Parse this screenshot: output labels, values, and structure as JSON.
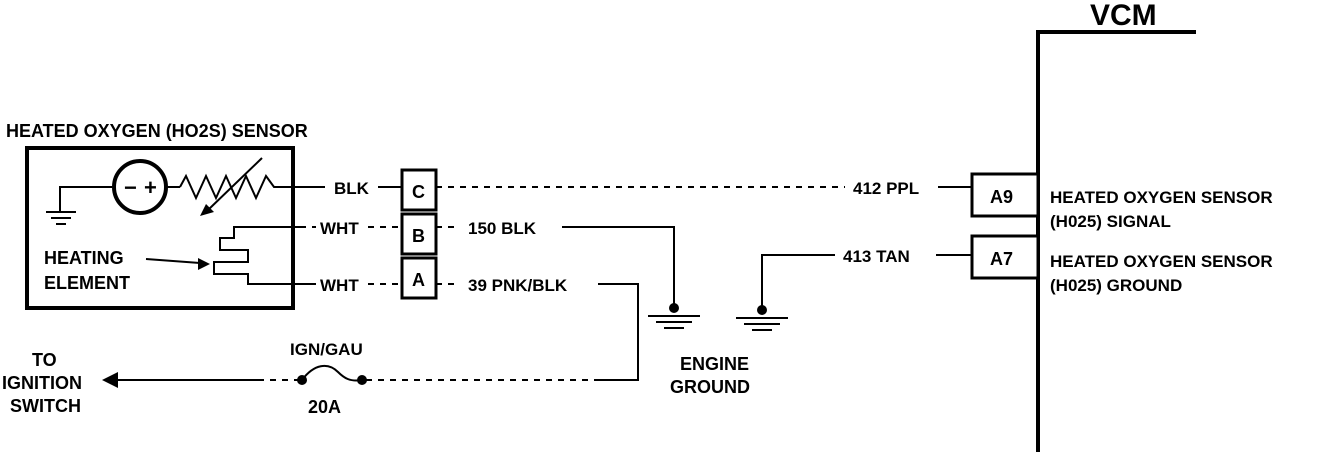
{
  "vcm": {
    "title": "VCM"
  },
  "sensor": {
    "title": "HEATED OXYGEN (HO2S) SENSOR",
    "heating_label_1": "HEATING",
    "heating_label_2": "ELEMENT",
    "minus_sign": "−",
    "plus_sign": "+"
  },
  "connector": {
    "pins": [
      "C",
      "B",
      "A"
    ]
  },
  "wires": {
    "blk": "BLK",
    "wht_b": "WHT",
    "wht_a": "WHT",
    "w150": "150 BLK",
    "w39": "39 PNK/BLK",
    "w412": "412 PPL",
    "w413": "413 TAN"
  },
  "vcm_pins": {
    "a9": "A9",
    "a7": "A7",
    "a9_label_1": "HEATED OXYGEN SENSOR",
    "a9_label_2": "(H025) SIGNAL",
    "a7_label_1": "HEATED OXYGEN SENSOR",
    "a7_label_2": "(H025) GROUND"
  },
  "ground": {
    "label_1": "ENGINE",
    "label_2": "GROUND"
  },
  "fuse": {
    "name": "IGN/GAU",
    "rating": "20A"
  },
  "ignition": {
    "line_1": "TO",
    "line_2": "IGNITION",
    "line_3": "SWITCH"
  }
}
